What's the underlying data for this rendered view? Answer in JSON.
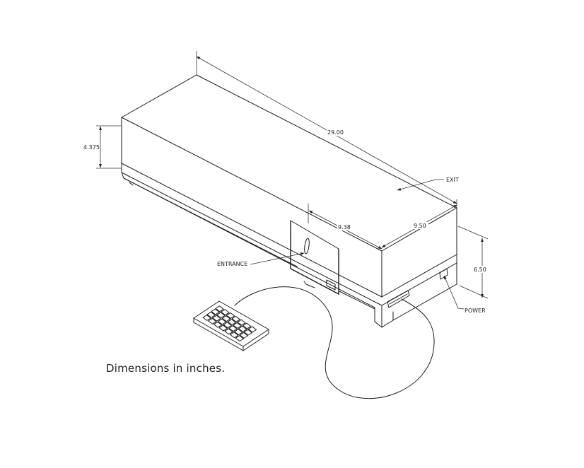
{
  "dimensions": {
    "length": "29.00",
    "height_upper": "4.375",
    "width": "9.50",
    "door_width": "9.38",
    "height_total": "6.50"
  },
  "labels": {
    "exit": "EXIT",
    "entrance": "ENTRANCE",
    "power": "POWER"
  },
  "caption": "Dimensions in inches."
}
